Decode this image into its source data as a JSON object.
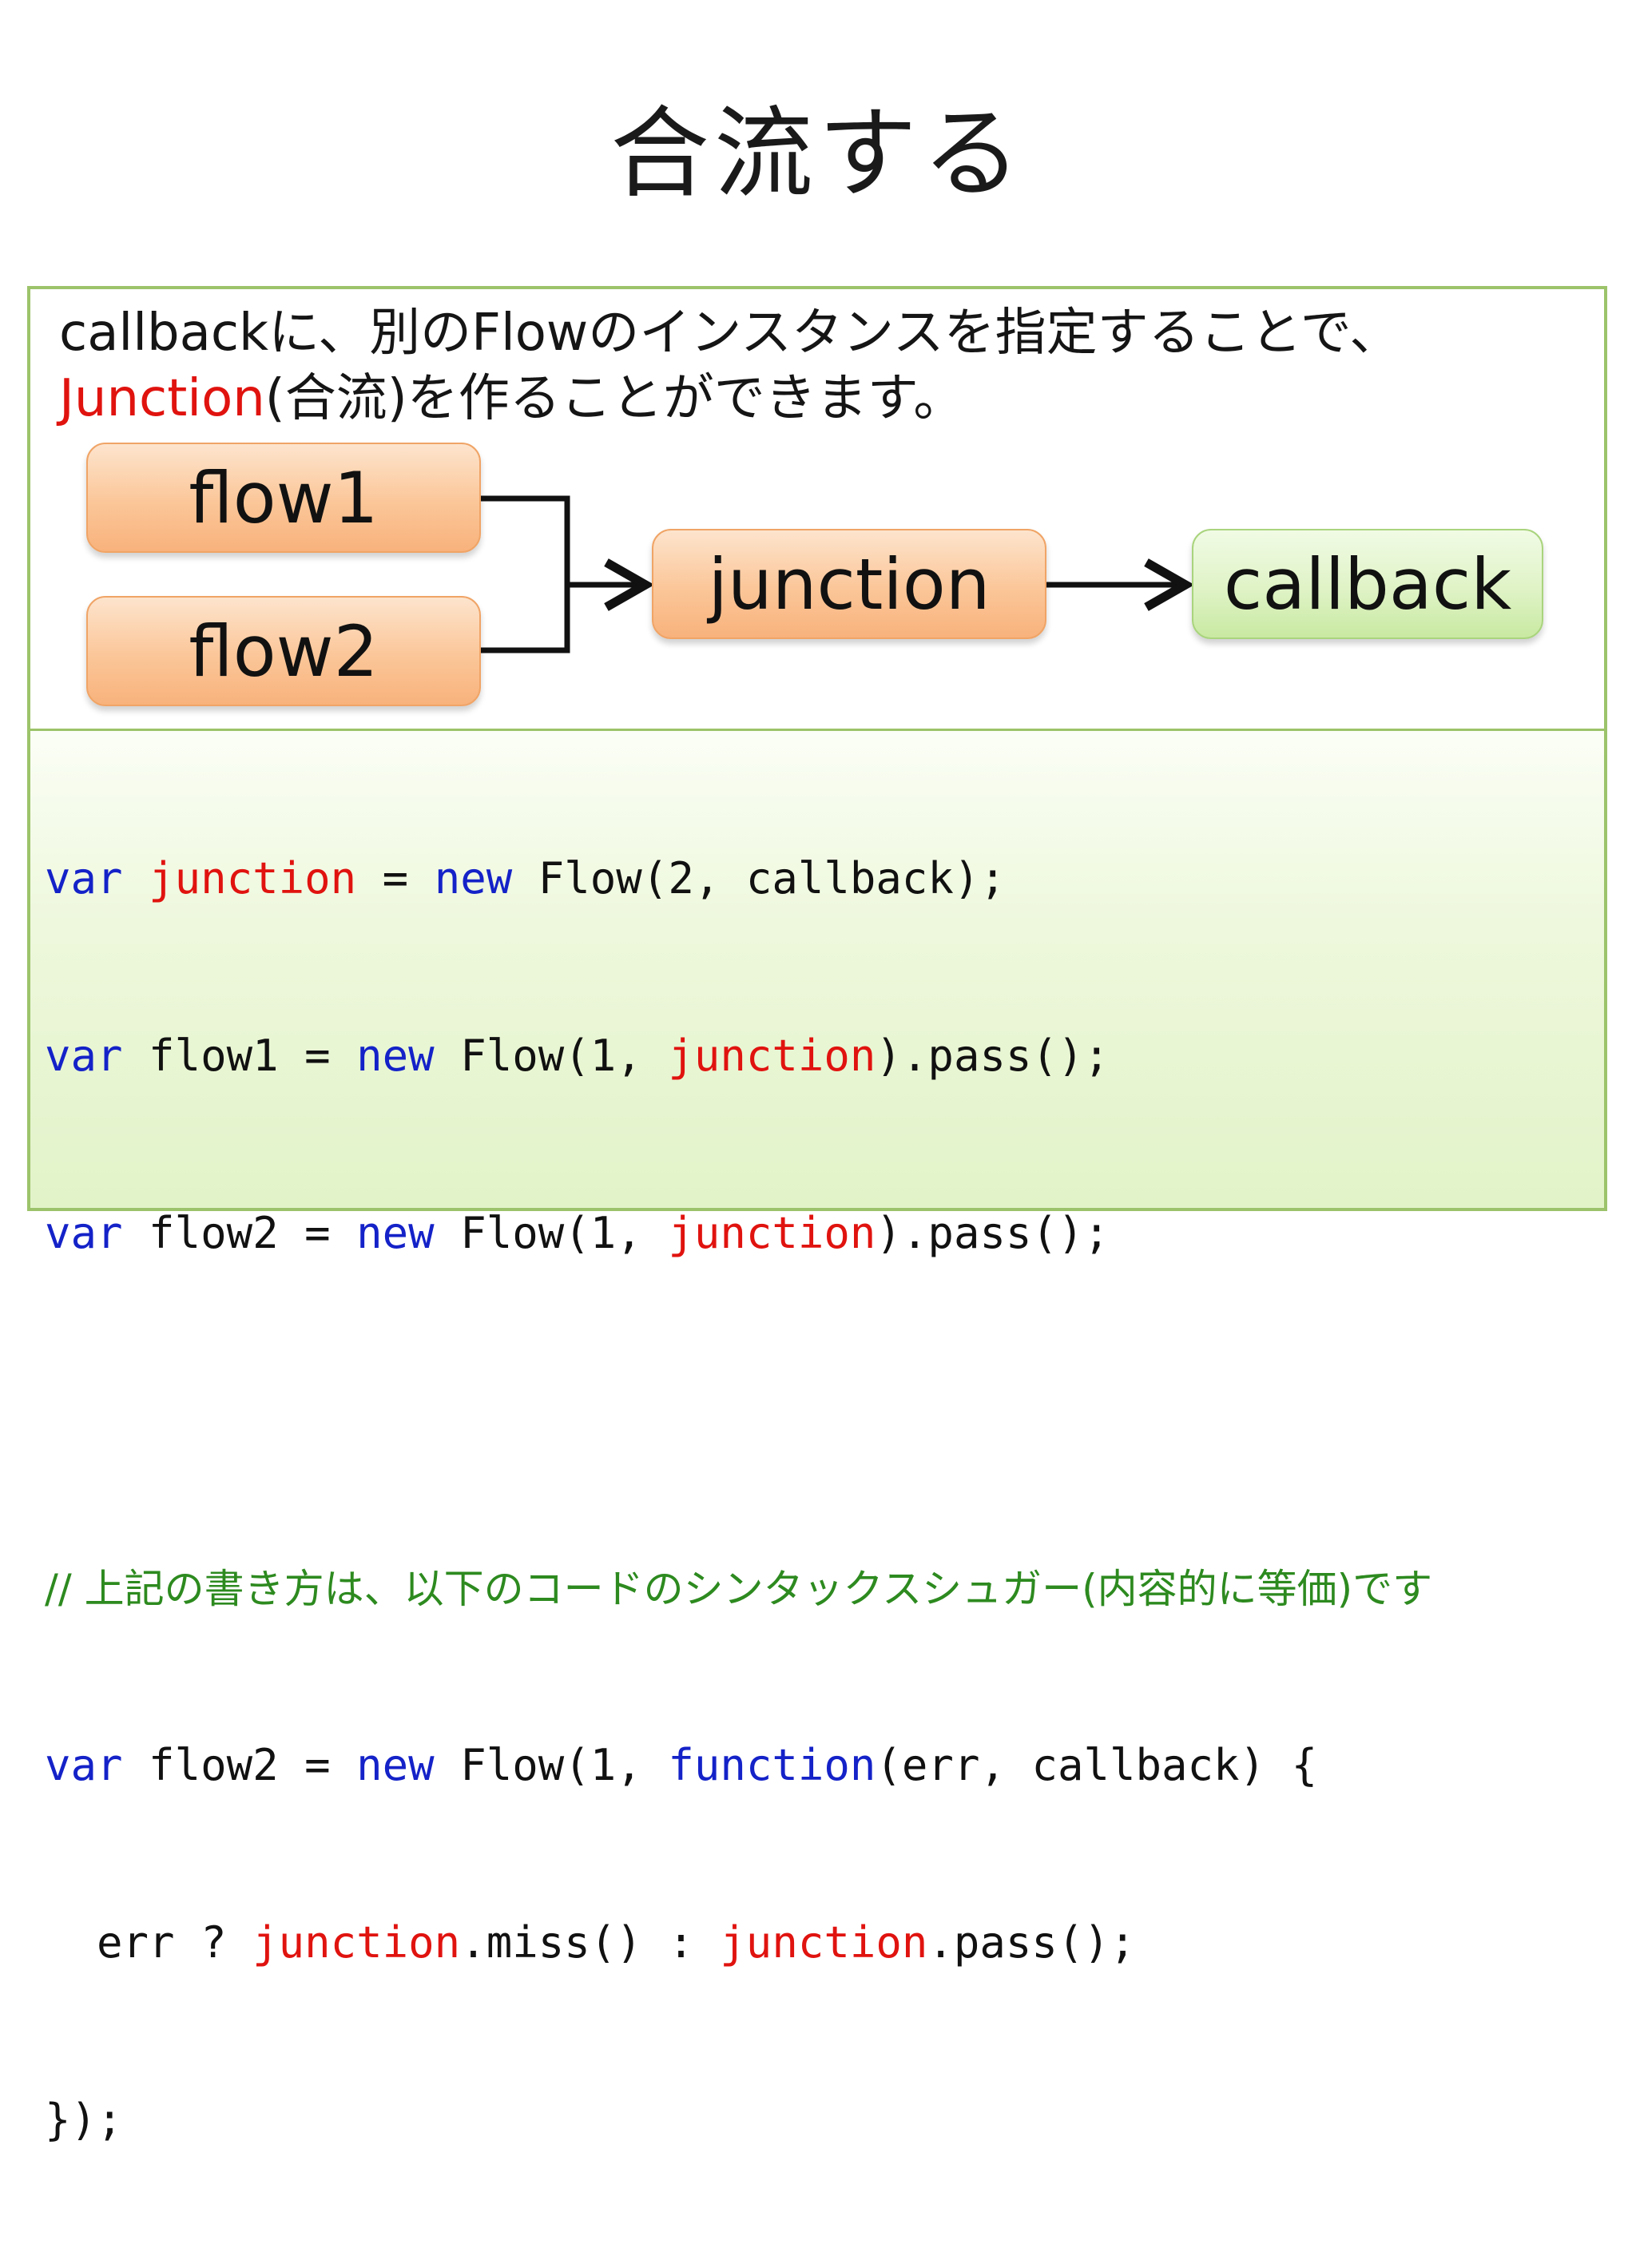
{
  "slide": {
    "title": "合流する"
  },
  "description": {
    "line1": "callbackに、別のFlowのインスタンスを指定することで、",
    "line2_highlight": "Junction",
    "line2_rest": "(合流)を作ることができます。"
  },
  "diagram": {
    "flow1": "flow1",
    "flow2": "flow2",
    "junction": "junction",
    "callback": "callback",
    "colors": {
      "node_orange": "#fbc698",
      "node_green": "#dff3c6",
      "connector": "#111111"
    }
  },
  "code": {
    "line1": {
      "kw_var": "var",
      "id": "junction",
      "eq": " = ",
      "kw_new": "new",
      "rest": " Flow(2, callback);"
    },
    "line2": {
      "kw_var": "var",
      "name": " flow1 = ",
      "kw_new": "new",
      "mid": " Flow(1, ",
      "id": "junction",
      "rest": ").pass();"
    },
    "line3": {
      "kw_var": "var",
      "name": " flow2 = ",
      "kw_new": "new",
      "mid": " Flow(1, ",
      "id": "junction",
      "rest": ").pass();"
    },
    "comment": "// 上記の書き方は、以下のコードのシンタックスシュガー(内容的に等価)です",
    "line5": {
      "kw_var": "var",
      "name": " flow2 = ",
      "kw_new": "new",
      "mid": " Flow(1, ",
      "kw_function": "function",
      "rest": "(err, callback) {"
    },
    "line6": {
      "pre": "  err ? ",
      "id1": "junction",
      "mid": ".miss() : ",
      "id2": "junction",
      "rest": ".pass();"
    },
    "line7": "});",
    "colors": {
      "keyword": "#1422c8",
      "identifier": "#e0130f",
      "comment": "#2d8a1f"
    }
  }
}
